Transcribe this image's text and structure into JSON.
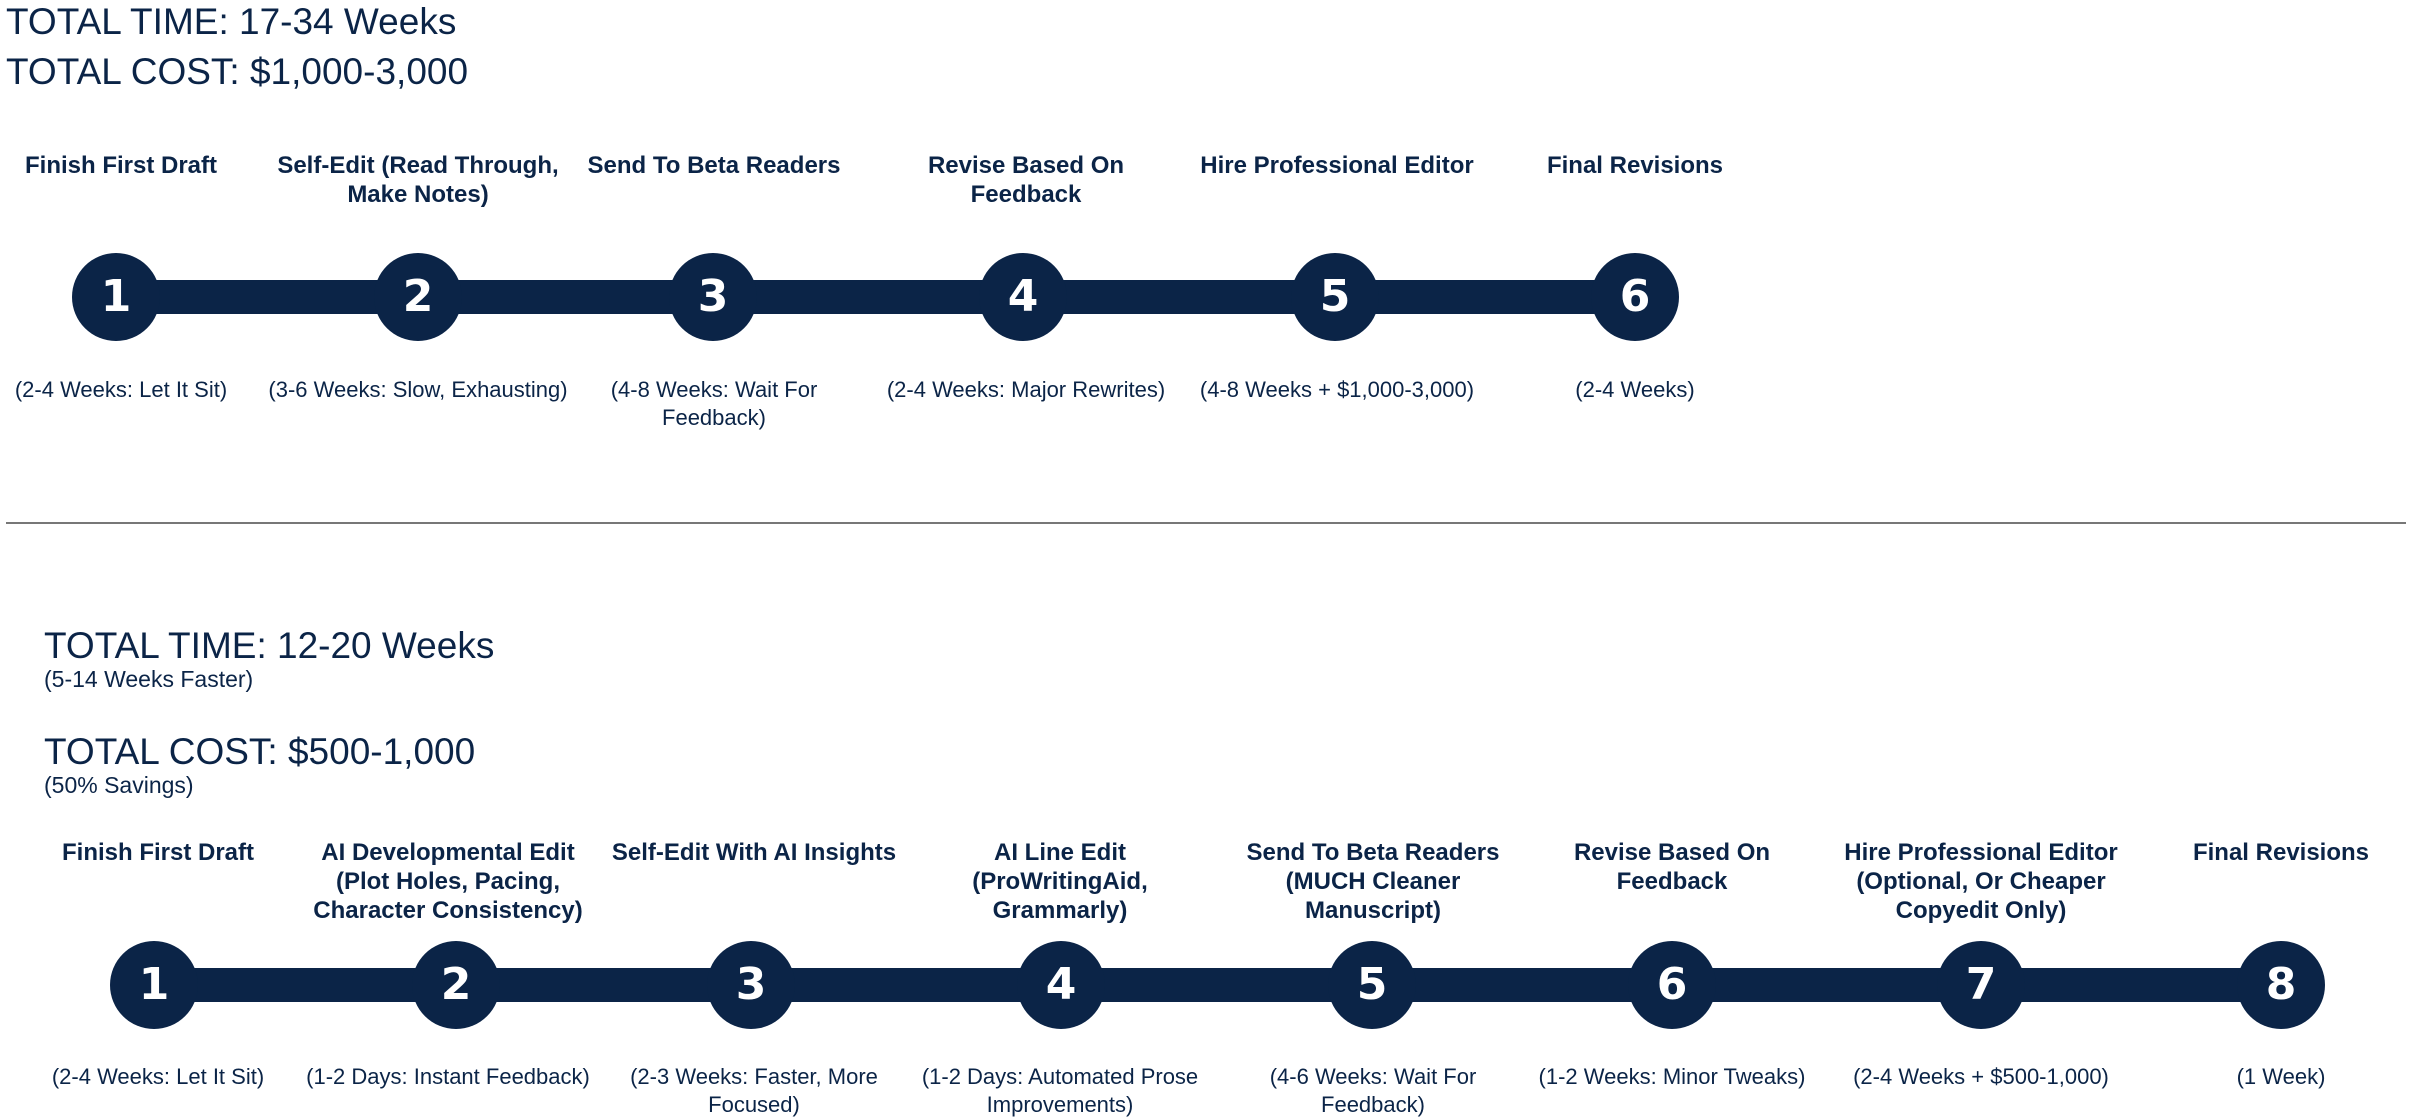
{
  "traditional": {
    "total_time": "TOTAL TIME: 17-34 Weeks",
    "total_cost": "TOTAL COST: $1,000-3,000",
    "steps": [
      {
        "number": "1",
        "title": "Finish First Draft",
        "note": "(2-4 Weeks: Let It Sit)"
      },
      {
        "number": "2",
        "title": "Self-Edit (Read Through, Make Notes)",
        "note": "(3-6 Weeks: Slow, Exhausting)"
      },
      {
        "number": "3",
        "title": "Send To Beta Readers",
        "note": "(4-8 Weeks: Wait For Feedback)"
      },
      {
        "number": "4",
        "title": "Revise Based On Feedback",
        "note": "(2-4 Weeks: Major Rewrites)"
      },
      {
        "number": "5",
        "title": "Hire Professional Editor",
        "note": "(4-8 Weeks + $1,000-3,000)"
      },
      {
        "number": "6",
        "title": "Final Revisions",
        "note": "(2-4 Weeks)"
      }
    ]
  },
  "ai_assisted": {
    "total_time": "TOTAL TIME: 12-20 Weeks",
    "time_savings": "(5-14 Weeks Faster)",
    "total_cost": "TOTAL COST: $500-1,000",
    "cost_savings": "(50% Savings)",
    "steps": [
      {
        "number": "1",
        "title": "Finish First Draft",
        "note": "(2-4 Weeks: Let It Sit)"
      },
      {
        "number": "2",
        "title": "AI Developmental Edit (Plot Holes, Pacing, Character Consistency)",
        "note": "(1-2 Days: Instant Feedback)"
      },
      {
        "number": "3",
        "title": "Self-Edit With AI Insights",
        "note": "(2-3 Weeks: Faster, More Focused)"
      },
      {
        "number": "4",
        "title": "AI Line Edit (ProWritingAid, Grammarly)",
        "note": "(1-2 Days: Automated Prose Improvements)"
      },
      {
        "number": "5",
        "title": "Send To Beta Readers (MUCH Cleaner Manuscript)",
        "note": "(4-6 Weeks: Wait For Feedback)"
      },
      {
        "number": "6",
        "title": "Revise Based On Feedback",
        "note": "(1-2 Weeks: Minor Tweaks)"
      },
      {
        "number": "7",
        "title": "Hire Professional Editor (Optional, Or Cheaper Copyedit Only)",
        "note": "(2-4 Weeks + $500-1,000)"
      },
      {
        "number": "8",
        "title": "Final Revisions",
        "note": "(1 Week)"
      }
    ]
  }
}
